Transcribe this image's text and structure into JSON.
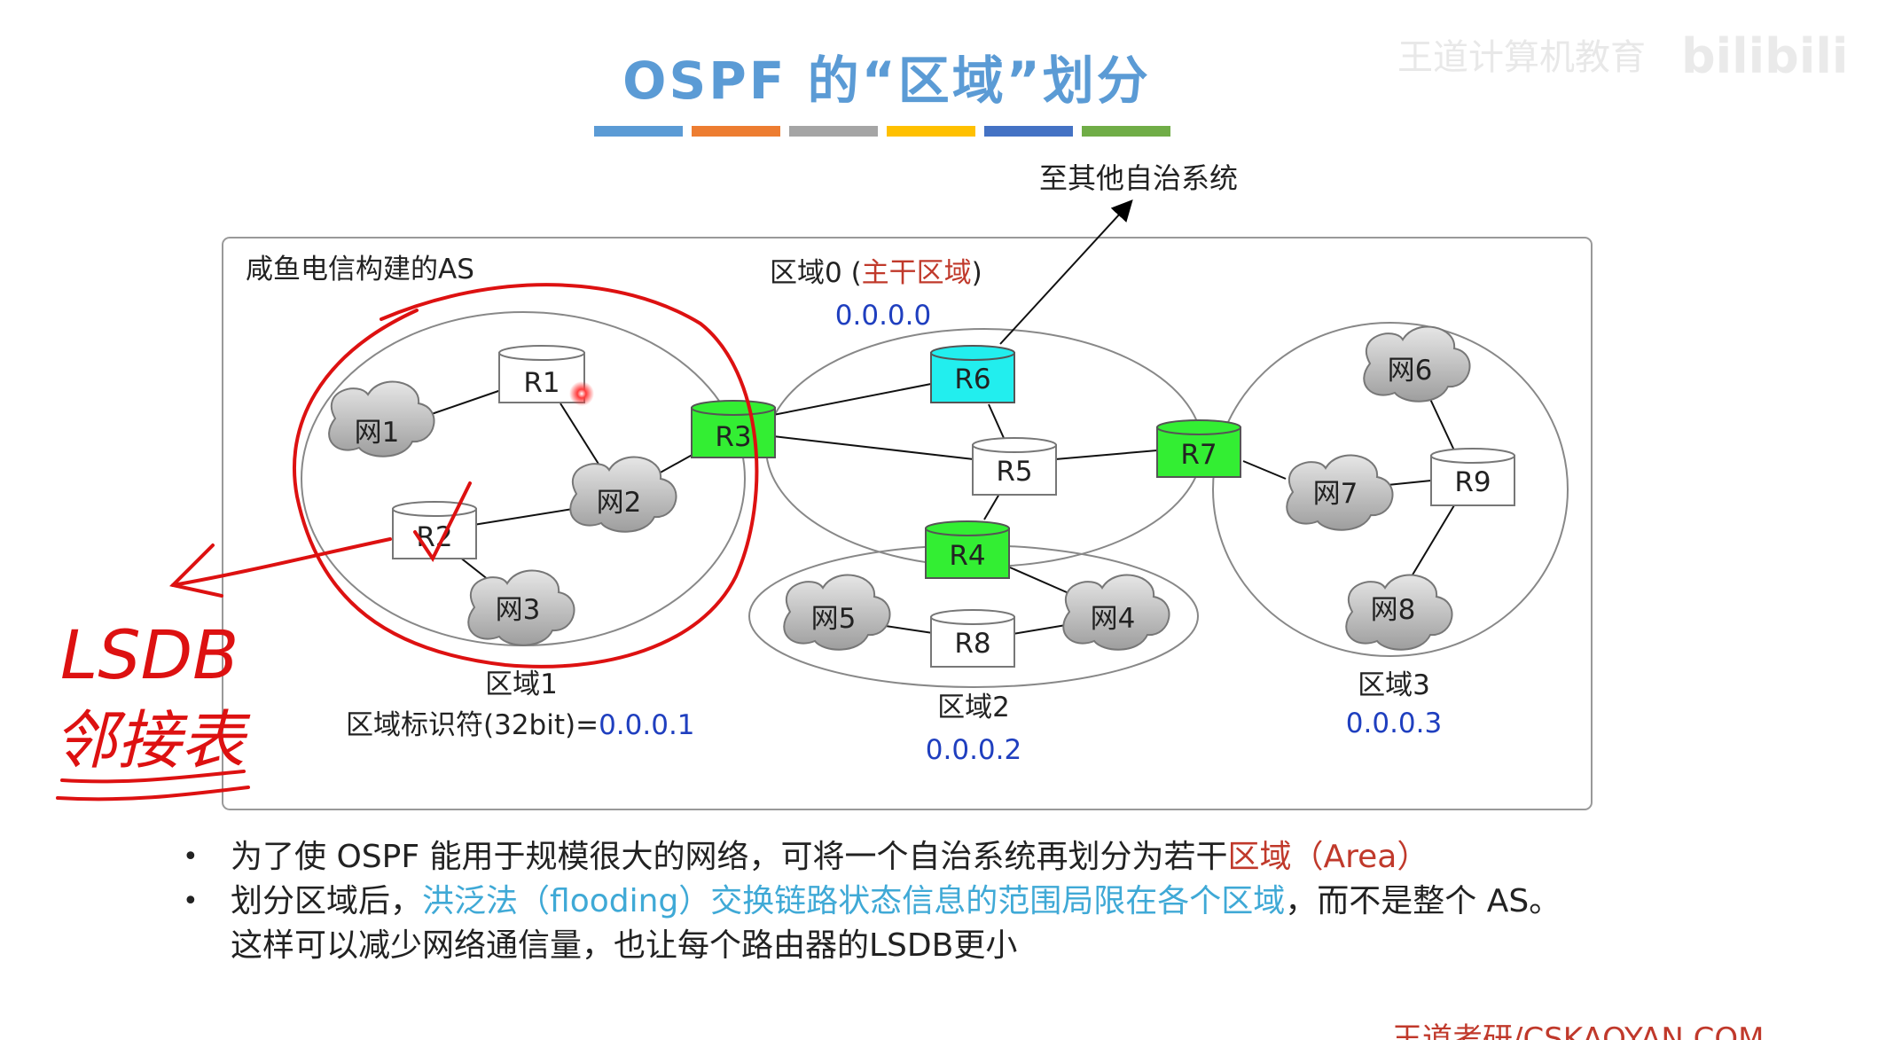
{
  "slide": {
    "title": "OSPF 的“区域”划分",
    "color_bar": [
      "#5b9bd5",
      "#ed7d31",
      "#a5a5a5",
      "#ffc000",
      "#4472c4",
      "#70ad47"
    ],
    "watermark": "王道计算机教育",
    "watermark_logo": "bilibili-logo",
    "footer": "王道考研/CSKAOYAN.COM"
  },
  "diagram": {
    "as_label": "咸鱼电信构建的AS",
    "external_label": "至其他自治系统",
    "area0": {
      "name": "区域0 (",
      "highlight": "主干区域",
      "close": ")",
      "id": "0.0.0.0"
    },
    "area1": {
      "name": "区域1",
      "id_prefix": "区域标识符(32bit)=",
      "id": "0.0.0.1"
    },
    "area2": {
      "name": "区域2",
      "id": "0.0.0.2"
    },
    "area3": {
      "name": "区域3",
      "id": "0.0.0.3"
    },
    "routers": [
      "R1",
      "R2",
      "R3",
      "R4",
      "R5",
      "R6",
      "R7",
      "R8",
      "R9"
    ],
    "networks": [
      "网1",
      "网2",
      "网3",
      "网4",
      "网5",
      "网6",
      "网7",
      "网8"
    ],
    "colors": {
      "border_router": "#33ee33",
      "as_boundary_router": "#22eeee",
      "id_blue": "#1f3fbf",
      "annotation_red": "#dd1111"
    }
  },
  "annotations": {
    "handwriting_1": "LSDB",
    "handwriting_2": "邻接表"
  },
  "bullets": [
    {
      "pre": "为了使 OSPF 能用于规模很大的网络，可将一个自治系统再划分为若干",
      "red": "区域（Area）"
    },
    {
      "pre": "划分区域后，",
      "cyan": "洪泛法（flooding）交换链路状态信息的范围局限在各个区域",
      "post": "，而不是整个 AS。",
      "line2": "这样可以减少网络通信量，也让每个路由器的LSDB更小"
    }
  ]
}
